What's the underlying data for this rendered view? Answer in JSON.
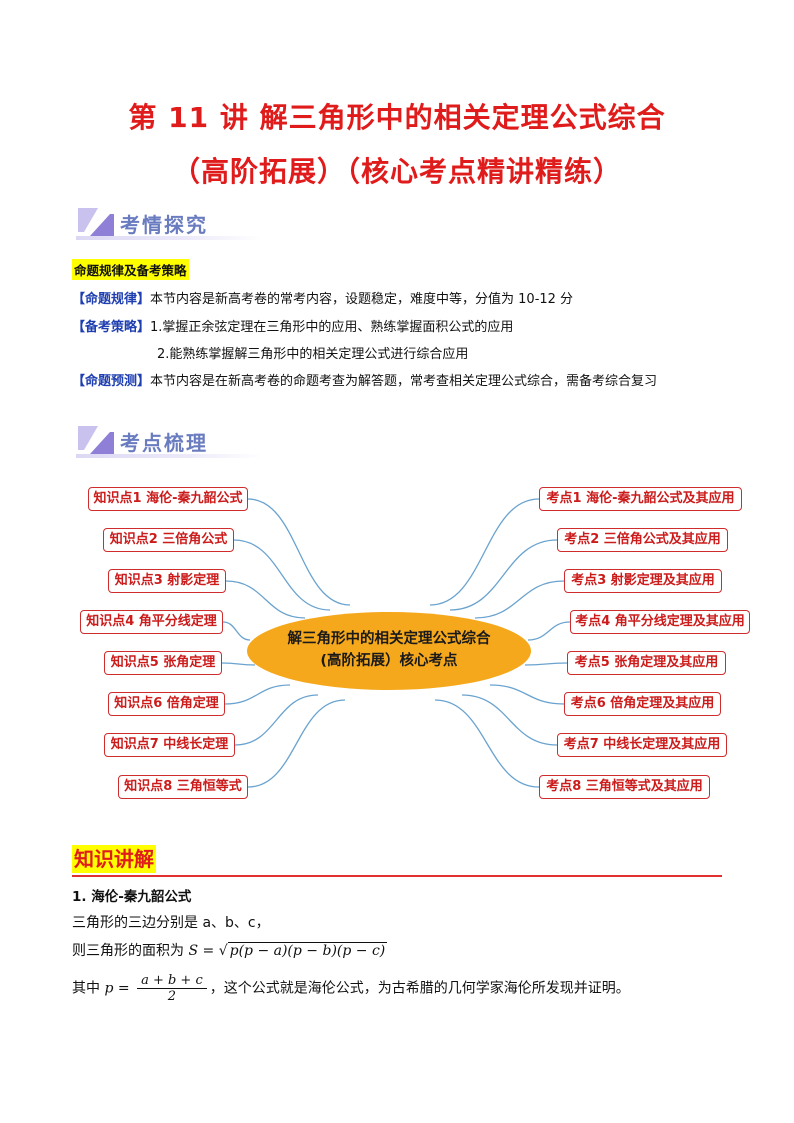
{
  "title_line1": "第 11 讲  解三角形中的相关定理公式综合",
  "title_line2": "（高阶拓展）（核心考点精讲精练）",
  "section1": {
    "heading": "考情探究"
  },
  "strategy_label": "命题规律及备考策略",
  "rules": [
    {
      "tag": "【命题规律】",
      "text": "本节内容是新高考卷的常考内容，设题稳定，难度中等，分值为 10-12 分"
    },
    {
      "tag": "【备考策略】",
      "text": "1.掌握正余弦定理在三角形中的应用、熟练掌握面积公式的应用"
    },
    {
      "tag": "【命题预测】",
      "text": "本节内容是在新高考卷的命题考查为解答题，常考查相关定理公式综合，需备考综合复习"
    }
  ],
  "strategy_line2": "2.能熟练掌握解三角形中的相关定理公式进行综合应用",
  "section2": {
    "heading": "考点梳理"
  },
  "mindmap": {
    "center_line1": "解三角形中的相关定理公式综合",
    "center_line2": "(高阶拓展）核心考点",
    "left": [
      "知识点1 海伦-秦九韶公式",
      "知识点2 三倍角公式",
      "知识点3 射影定理",
      "知识点4 角平分线定理",
      "知识点5 张角定理",
      "知识点6 倍角定理",
      "知识点7 中线长定理",
      "知识点8 三角恒等式"
    ],
    "right": [
      "考点1 海伦-秦九韶公式及其应用",
      "考点2 三倍角公式及其应用",
      "考点3 射影定理及其应用",
      "考点4 角平分线定理及其应用",
      "考点5 张角定理及其应用",
      "考点6 倍角定理及其应用",
      "考点7 中线长定理及其应用",
      "考点8 三角恒等式及其应用"
    ],
    "line_color": "#6aa3cf"
  },
  "knowledge": {
    "heading": "知识讲解",
    "item1_title": "1.  海伦-秦九韶公式",
    "line1": "三角形的三边分别是 a、b、c，",
    "line2_prefix": "则三角形的面积为",
    "area_formula_lhs": "S =",
    "area_formula_rad": "p(p − a)(p − b)(p − c)",
    "line3_prefix": "其中",
    "p_lhs": "p =",
    "p_num": "a + b + c",
    "p_den": "2",
    "line3_suffix": "，这个公式就是海伦公式，为古希腊的几何学家海伦所发现并证明。"
  },
  "colors": {
    "title_red": "#e01b1b",
    "tag_blue": "#1f3fb0",
    "highlight": "#ffff00",
    "center_fill": "#f5a81c"
  }
}
